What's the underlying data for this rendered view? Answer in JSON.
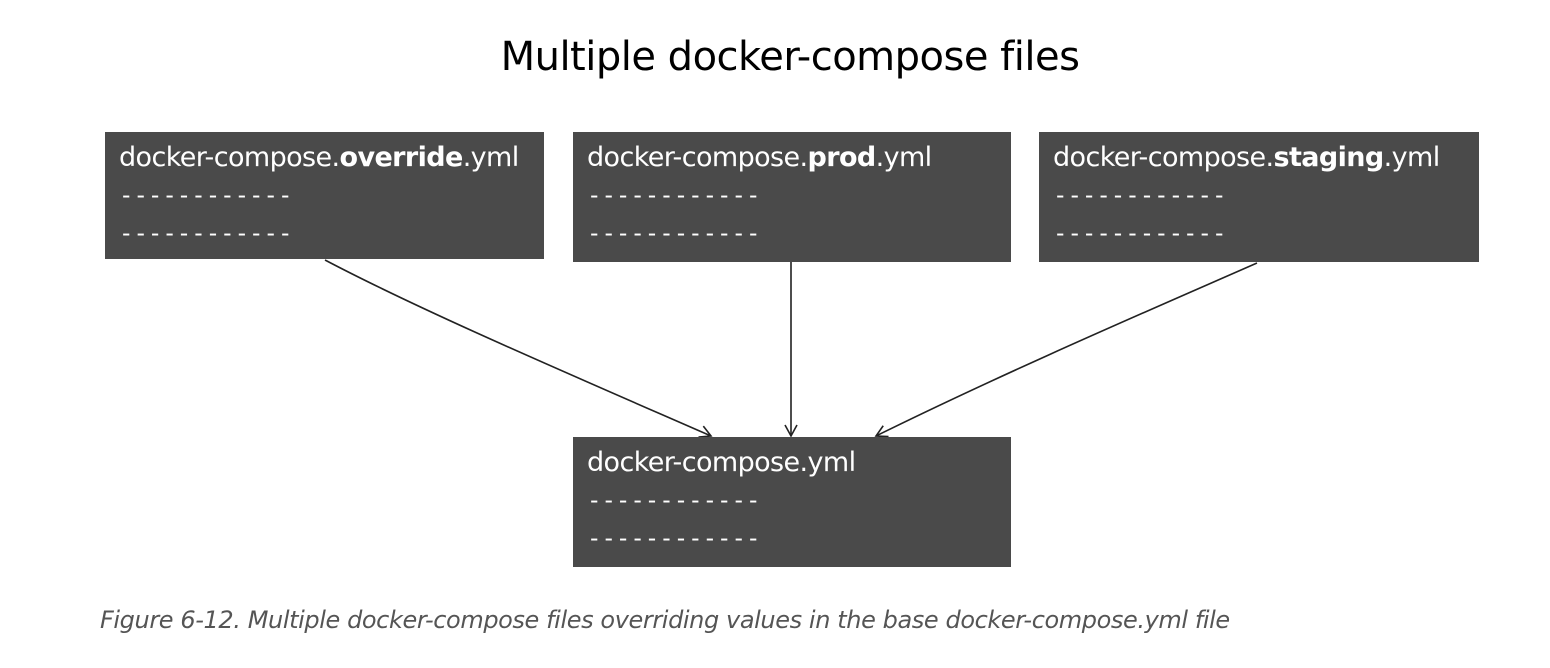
{
  "title": "Multiple docker-compose files",
  "dash_line": "------------",
  "boxes": {
    "override": {
      "prefix": "docker-compose.",
      "emphasis": "override",
      "suffix": ".yml"
    },
    "prod": {
      "prefix": "docker-compose.",
      "emphasis": "prod",
      "suffix": ".yml"
    },
    "staging": {
      "prefix": "docker-compose.",
      "emphasis": "staging",
      "suffix": ".yml"
    },
    "base": {
      "filename": "docker-compose.yml"
    }
  },
  "caption": "Figure 6-12. Multiple docker-compose files overriding values in the base docker-compose.yml file",
  "colors": {
    "box_fill": "#4a4a4a",
    "box_text": "#ffffff",
    "arrow": "#222222",
    "caption": "#555555"
  }
}
